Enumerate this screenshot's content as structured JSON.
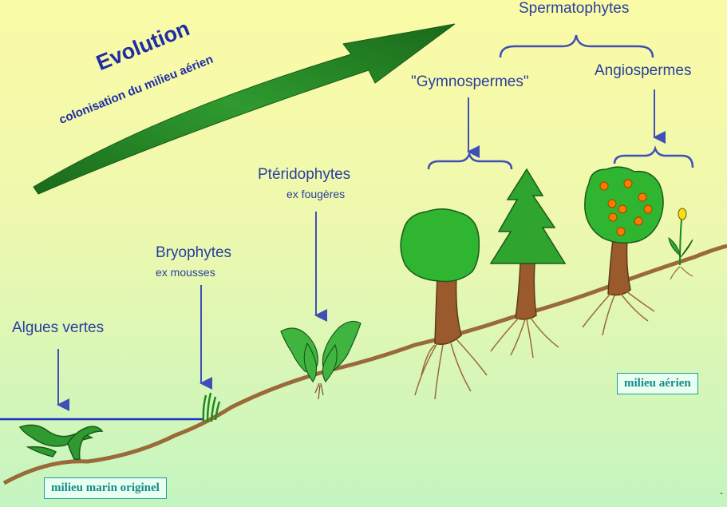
{
  "evolution": {
    "title": "Evolution",
    "subtitle": "colonisation du milieu aérien"
  },
  "labels": {
    "spermatophytes": "Spermatophytes",
    "gymnospermes": "\"Gymnospermes\"",
    "angiospermes": "Angiospermes",
    "pteridophytes": "Ptéridophytes",
    "pteridophytes_ex": "ex fougères",
    "bryophytes": "Bryophytes",
    "bryophytes_ex": "ex mousses",
    "algues": "Algues vertes"
  },
  "boxes": {
    "marin": "milieu marin originel",
    "aerien": "milieu aérien"
  },
  "colors": {
    "text": "#2a3f9e",
    "arrow": "#3f4fb5",
    "plant_green": "#1f9e1f",
    "trunk": "#9a5a2c",
    "ground": "#9a6a3a",
    "fruit": "#ff7a00"
  },
  "corner_mark": "-"
}
